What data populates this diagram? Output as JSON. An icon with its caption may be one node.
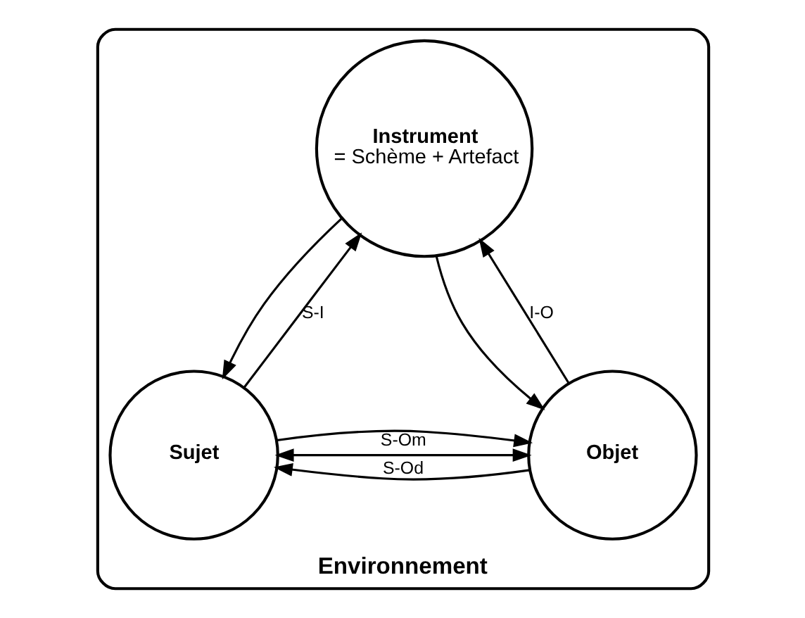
{
  "diagram": {
    "nodes": [
      {
        "text": [
          "Environnement"
        ]
      },
      {
        "text": [
          "Instrument",
          "= Schème + Artefact"
        ],
        "in": 0
      },
      {
        "text": [
          "Sujet"
        ],
        "in": 0
      },
      {
        "text": [
          "Objet"
        ],
        "in": 0
      }
    ],
    "edges": [
      {
        "from": 2,
        "to": 1,
        "arrow": "to",
        "label": "S-I"
      },
      {
        "from": 1,
        "to": 2,
        "arrow": "to"
      },
      {
        "from": 1,
        "to": 3,
        "arrow": "to"
      },
      {
        "from": 3,
        "to": 1,
        "arrow": "to",
        "label": "I-O"
      },
      {
        "from": 2,
        "to": 3,
        "arrow": "both",
        "label": "S-Om"
      },
      {
        "from": 2,
        "to": 3,
        "arrow": "to"
      },
      {
        "from": 3,
        "to": 2,
        "arrow": "to",
        "label": "S-Od"
      }
    ]
  }
}
